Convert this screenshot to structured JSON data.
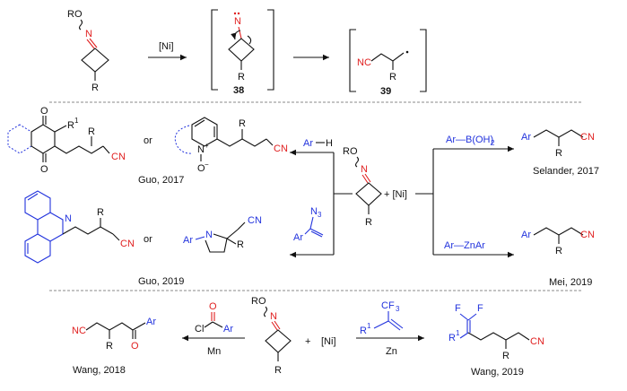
{
  "top": {
    "substrate": {
      "ro": "RO",
      "n": "N",
      "r": "R"
    },
    "arrow_label": "[Ni]",
    "int38": {
      "n": "N",
      "r": "R",
      "id": "38"
    },
    "int39": {
      "cn": "NC",
      "r": "R",
      "id": "39"
    }
  },
  "center": {
    "ro": "RO",
    "n": "N",
    "r": "R",
    "plus": "+ [Ni]"
  },
  "left_products": {
    "p1": {
      "r1": "R",
      "sup": "1",
      "o1": "O",
      "o2": "O",
      "r": "R",
      "cn": "CN",
      "or": "or"
    },
    "p2": {
      "r": "R",
      "cn": "CN",
      "n": "N",
      "plus": "+",
      "o": "O",
      "minus": "−"
    },
    "cite1": "Guo, 2017",
    "p3": {
      "n": "N",
      "r": "R",
      "cn": "CN",
      "or": "or"
    },
    "p4": {
      "ar": "Ar",
      "n": "N",
      "r": "R",
      "cn": "CN"
    },
    "cite2": "Guo, 2019"
  },
  "reagents": {
    "arh_ar": "Ar",
    "arh_h": "H",
    "n3": "N",
    "n3sub": "3",
    "azide_ar": "Ar",
    "boronic": "Ar—B(OH)",
    "boronic_sub": "2",
    "zinc": "Ar—ZnAr"
  },
  "right_products": {
    "p5": {
      "ar": "Ar",
      "r": "R",
      "cn": "CN"
    },
    "cite1": "Selander, 2017",
    "p6": {
      "ar": "Ar",
      "r": "R",
      "cn": "CN"
    },
    "cite2": "Mei, 2019"
  },
  "bottom": {
    "left": {
      "nc": "NC",
      "r": "R",
      "o": "O",
      "ar": "Ar",
      "cite": "Wang, 2018"
    },
    "acyl": {
      "o": "O",
      "cl": "Cl",
      "ar": "Ar"
    },
    "mn": "Mn",
    "center": {
      "ro": "RO",
      "n": "N",
      "r": "R",
      "plus": "+",
      "ni": "[Ni]"
    },
    "alkene": {
      "cf3": "CF",
      "cf3sub": "3",
      "r1": "R",
      "r1sup": "1"
    },
    "zn": "Zn",
    "right": {
      "f1": "F",
      "f2": "F",
      "r1": "R",
      "r1sup": "1",
      "r": "R",
      "cn": "CN",
      "cite": "Wang, 2019"
    }
  }
}
